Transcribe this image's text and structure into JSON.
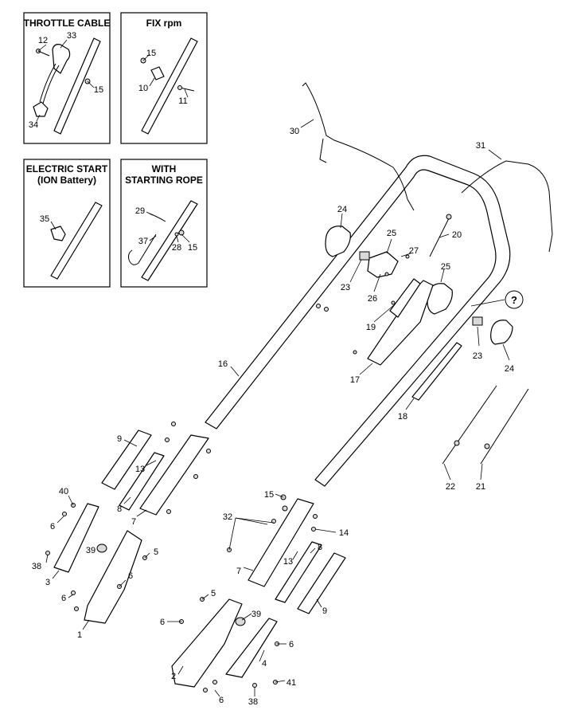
{
  "boxes": [
    {
      "title": [
        "THROTTLE CABLE"
      ]
    },
    {
      "title": [
        "FIX rpm"
      ]
    },
    {
      "title": [
        "ELECTRIC START",
        "(ION Battery)"
      ]
    },
    {
      "title": [
        "WITH",
        "STARTING ROPE"
      ]
    }
  ],
  "callouts": {
    "c12": "12",
    "c33": "33",
    "c15a": "15",
    "c34": "34",
    "c15b": "15",
    "c10": "10",
    "c11": "11",
    "c35": "35",
    "c29": "29",
    "c37": "37",
    "c28": "28",
    "c15c": "15",
    "c30": "30",
    "c31": "31",
    "c24a": "24",
    "c20": "20",
    "c25a": "25",
    "c27": "27",
    "c23a": "23",
    "c26": "26",
    "c25b": "25",
    "c19": "19",
    "c17": "17",
    "c23b": "23",
    "c24b": "24",
    "c16": "16",
    "c18": "18",
    "c22": "22",
    "c21": "21",
    "c9a": "9",
    "c13a": "13",
    "c8a": "8",
    "c7a": "7",
    "c40": "40",
    "c6a": "6",
    "c39a": "39",
    "c5a": "5",
    "c38a": "38",
    "c3": "3",
    "c6b": "6",
    "c6c": "6",
    "c1": "1",
    "c15d": "15",
    "c32": "32",
    "c14": "14",
    "c7b": "7",
    "c13b": "13",
    "c8b": "8",
    "c9b": "9",
    "c5b": "5",
    "c6d": "6",
    "c39b": "39",
    "c6e": "6",
    "c4": "4",
    "c2": "2",
    "c6f": "6",
    "c41": "41",
    "c38b": "38"
  },
  "question_mark": "?"
}
